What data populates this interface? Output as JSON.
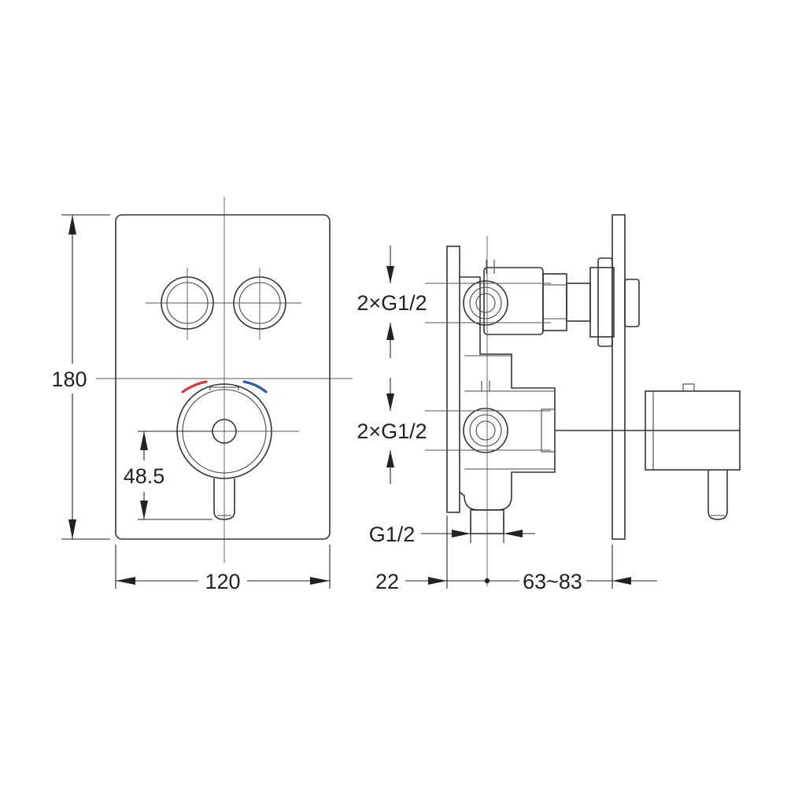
{
  "labels": {
    "height": "180",
    "width": "120",
    "handle_offset": "48.5",
    "thread_upper": "2×G1/2",
    "thread_lower": "2×G1/2",
    "thread_bottom": "G1/2",
    "depth_front": "22",
    "depth_range": "63~83"
  },
  "colors": {
    "hot": "#d9333f",
    "cold": "#2f5fa8",
    "line": "#333333"
  }
}
